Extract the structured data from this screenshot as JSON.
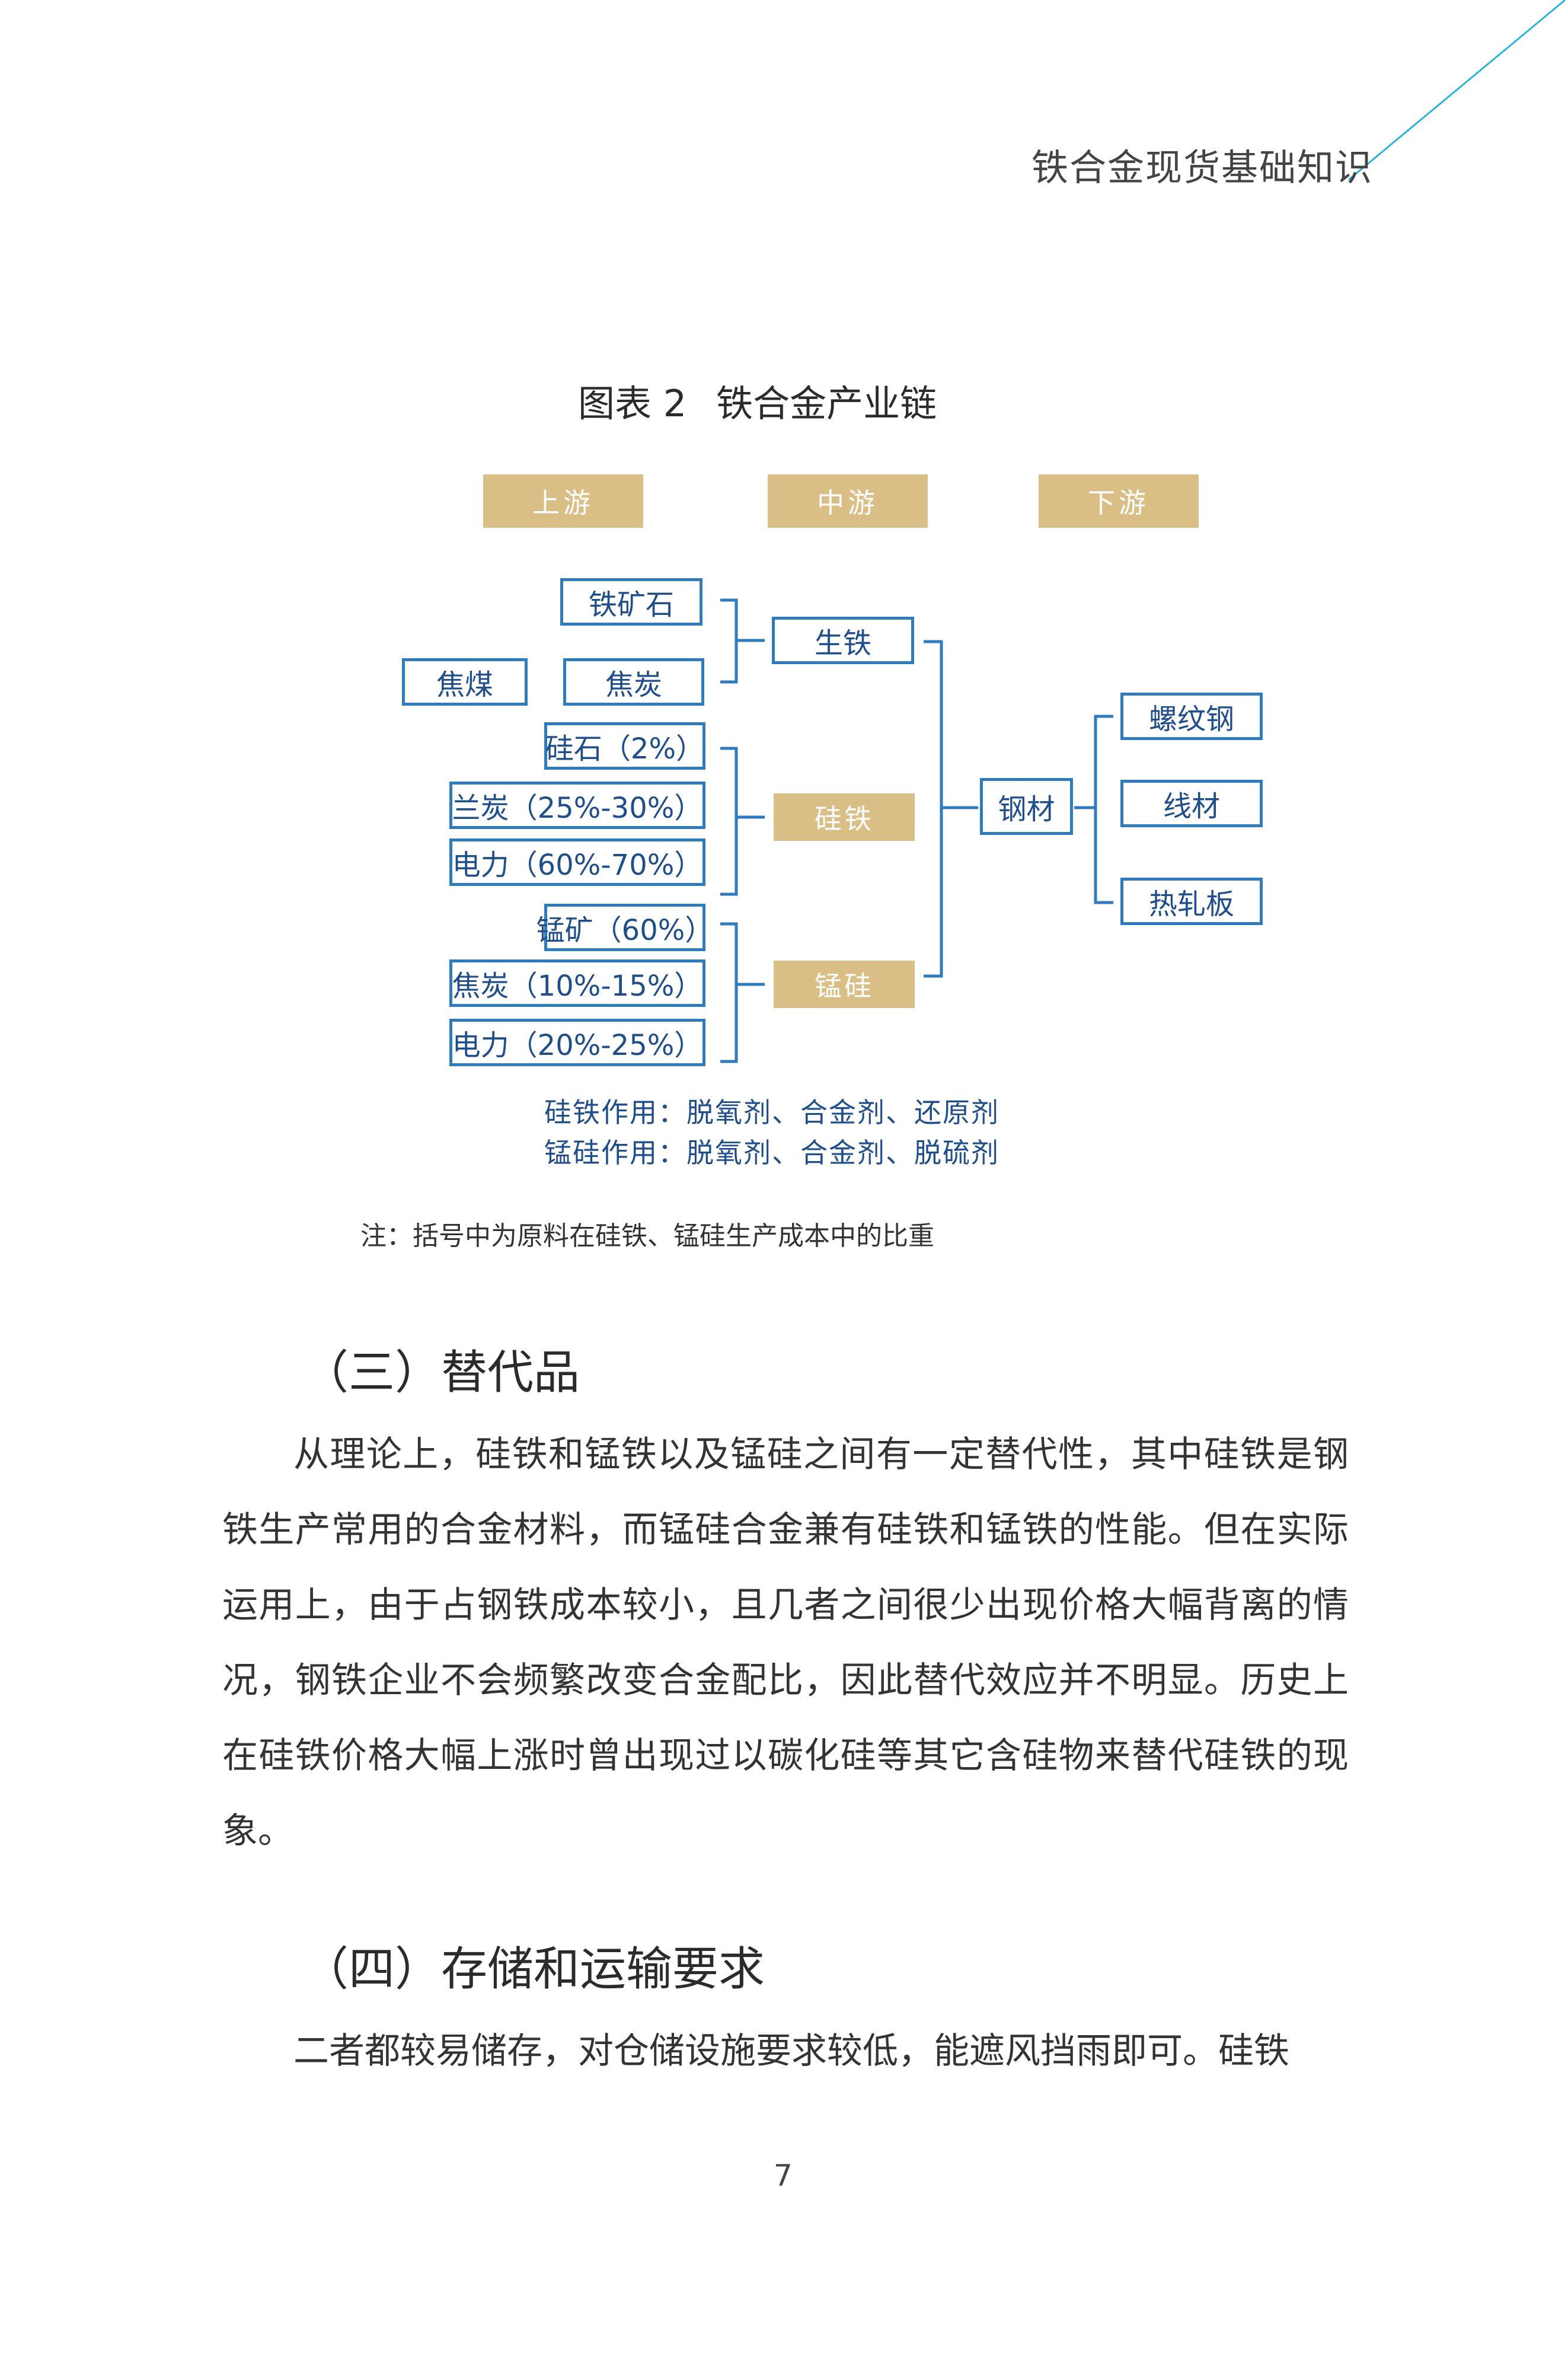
{
  "header": {
    "title": "铁合金现货基础知识"
  },
  "figure": {
    "label": "图表 2",
    "title": "铁合金产业链",
    "stages": {
      "upstream": "上游",
      "midstream": "中游",
      "downstream": "下游"
    },
    "raw_materials": {
      "iron_ore": "铁矿石",
      "coking_coal": "焦煤",
      "coke": "焦炭",
      "silica": "硅石（2%）",
      "semi_coke": "兰炭（25%-30%）",
      "power_si": "电力（60%-70%）",
      "manganese_ore": "锰矿（60%）",
      "coke_mn": "焦炭（10%-15%）",
      "power_mn": "电力（20%-25%）"
    },
    "midstream": {
      "pig_iron": "生铁",
      "ferrosilicon": "硅铁",
      "silicomanganese": "锰硅"
    },
    "downstream": {
      "steel": "钢材",
      "rebar": "螺纹钢",
      "wire_rod": "线材",
      "hot_rolled": "热轧板"
    },
    "usage_notes": [
      "硅铁作用：脱氧剂、合金剂、还原剂",
      "锰硅作用：脱氧剂、合金剂、脱硫剂"
    ],
    "footnote": "注：括号中为原料在硅铁、锰硅生产成本中的比重"
  },
  "sections": [
    {
      "heading": "（三）替代品",
      "paragraph": "从理论上，硅铁和锰铁以及锰硅之间有一定替代性，其中硅铁是钢铁生产常用的合金材料，而锰硅合金兼有硅铁和锰铁的性能。但在实际运用上，由于占钢铁成本较小，且几者之间很少出现价格大幅背离的情况，钢铁企业不会频繁改变合金配比，因此替代效应并不明显。历史上在硅铁价格大幅上涨时曾出现过以碳化硅等其它含硅物来替代硅铁的现象。"
    },
    {
      "heading": "（四）存储和运输要求",
      "paragraph": "二者都较易储存，对仓储设施要求较低，能遮风挡雨即可。硅铁"
    }
  ],
  "page_number": "7",
  "colors": {
    "accent_line": "#2bb5d8",
    "box_border": "#2f7bbf",
    "gold_fill": "#d9be86",
    "diagram_text": "#1f4e8a"
  }
}
